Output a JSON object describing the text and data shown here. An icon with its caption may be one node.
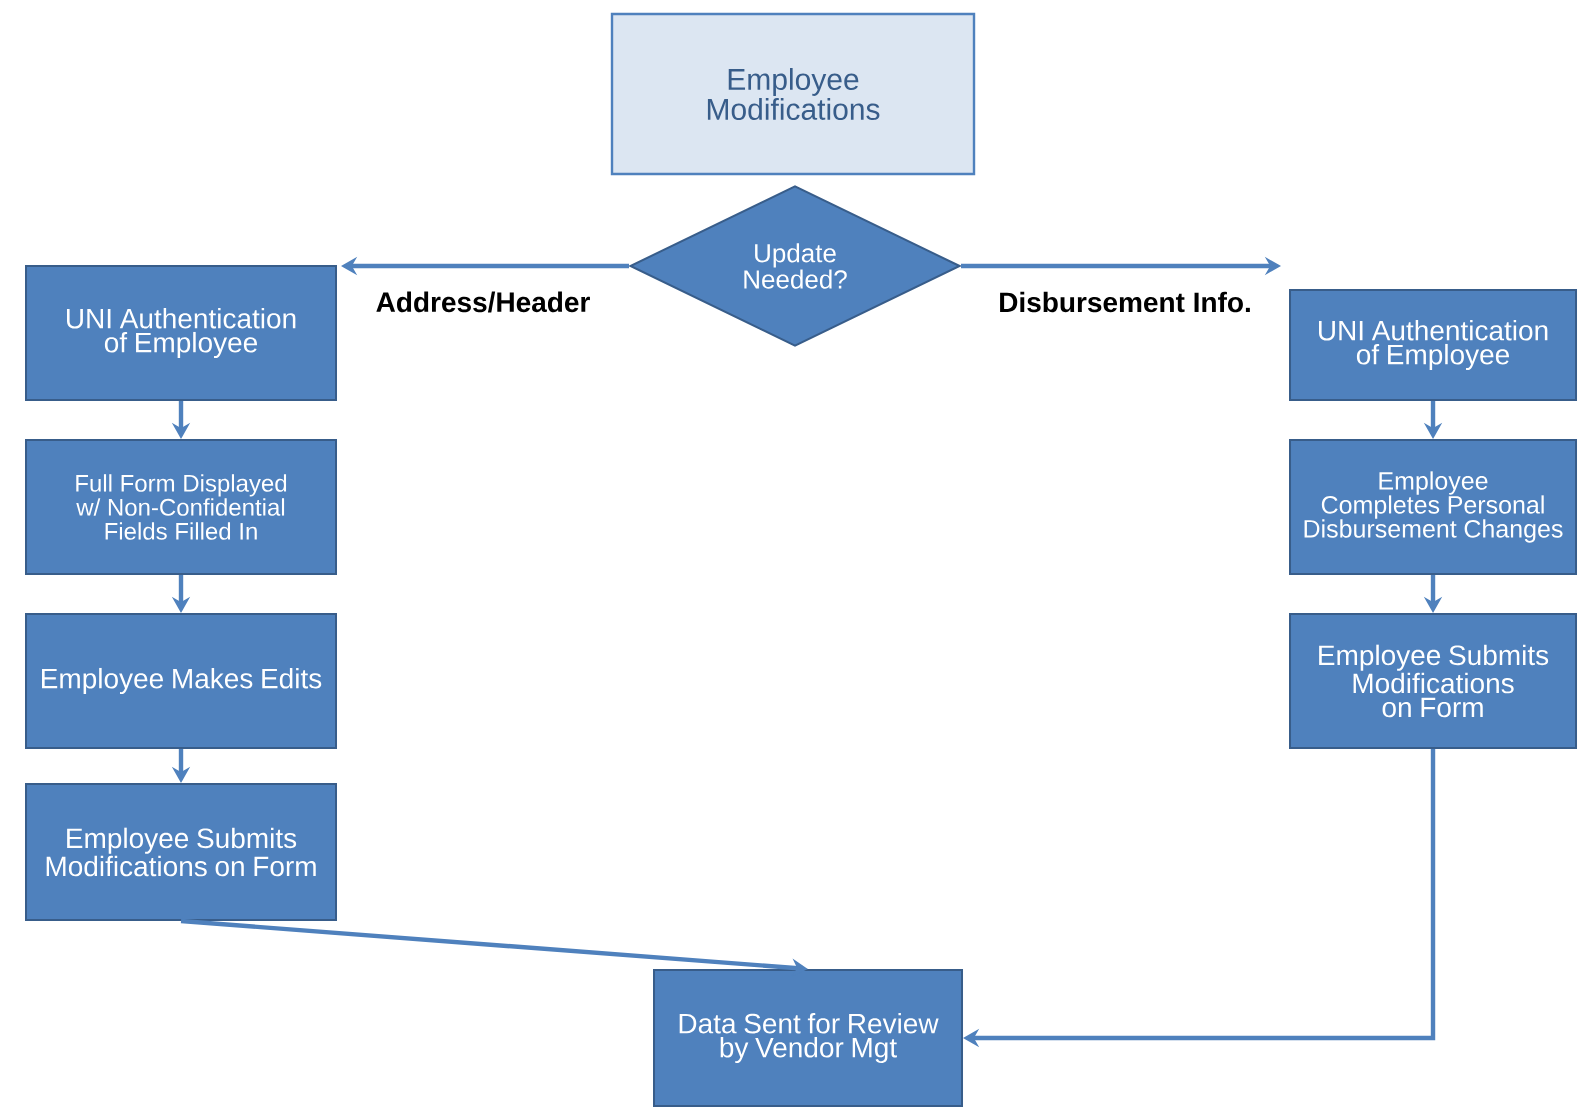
{
  "diagram": {
    "nodes": [
      {
        "text": [
          "Employee Modifications"
        ]
      },
      {
        "text": [
          "Update Needed?"
        ]
      },
      {
        "text": [
          "UNI Authentication of Employee"
        ]
      },
      {
        "text": [
          "Full Form Displayed w/ Non-Confidential Fields Filled In"
        ]
      },
      {
        "text": [
          "Employee Makes Edits"
        ]
      },
      {
        "text": [
          "Employee Submits Modifications on Form"
        ]
      },
      {
        "text": [
          "UNI Authentication of Employee"
        ]
      },
      {
        "text": [
          "Employee Completes Personal Disbursement Changes"
        ]
      },
      {
        "text": [
          "Employee Submits Modifications on Form"
        ]
      },
      {
        "text": [
          "Data Sent for Review by Vendor Mgt"
        ]
      }
    ],
    "edges": [
      {
        "from": 1,
        "to": 2,
        "arrow": "to",
        "label": "Address/Header"
      },
      {
        "from": 1,
        "to": 6,
        "arrow": "to",
        "label": "Disbursement Info."
      },
      {
        "from": 2,
        "to": 3,
        "arrow": "to"
      },
      {
        "from": 3,
        "to": 4,
        "arrow": "to"
      },
      {
        "from": 4,
        "to": 5,
        "arrow": "to"
      },
      {
        "from": 6,
        "to": 7,
        "arrow": "to"
      },
      {
        "from": 7,
        "to": 8,
        "arrow": "to"
      },
      {
        "from": 5,
        "to": 9,
        "arrow": "to"
      },
      {
        "from": 8,
        "to": 9,
        "arrow": "to"
      }
    ]
  }
}
